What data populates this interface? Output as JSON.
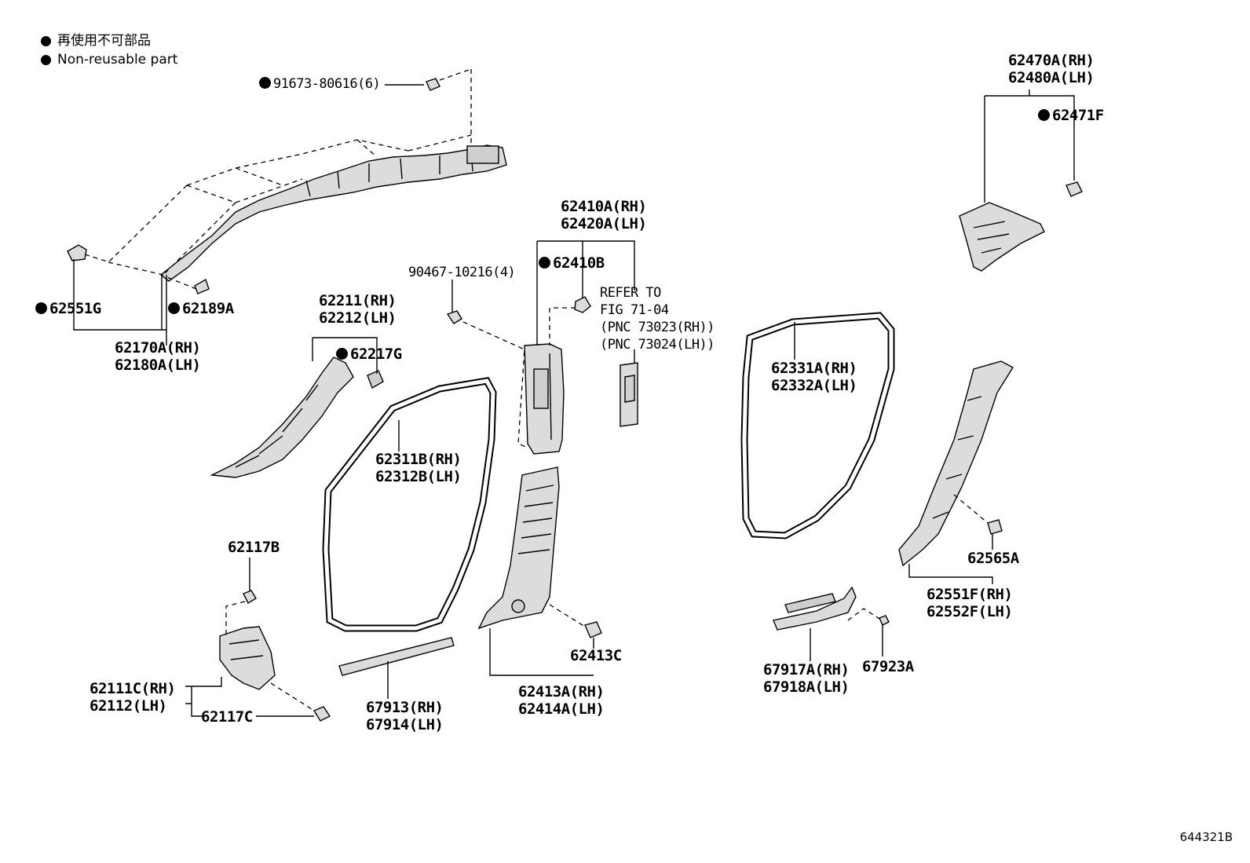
{
  "legend": {
    "japanese": "再使用不可部品",
    "english": "Non-reusable part"
  },
  "figure_number": "644321B",
  "labels": {
    "p91673": "91673-80616(6)",
    "p62551G": "62551G",
    "p62189A": "62189A",
    "p62170A": "62170A(RH)",
    "p62180A": "62180A(LH)",
    "p62211": "62211(RH)",
    "p62212": "62212(LH)",
    "p62217G": "62217G",
    "p90467": "90467-10216(4)",
    "p62410A": "62410A(RH)",
    "p62420A": "62420A(LH)",
    "p62410B": "62410B",
    "refer1": "REFER TO",
    "refer2": "FIG 71-04",
    "refer3": "(PNC 73023(RH))",
    "refer4": "(PNC 73024(LH))",
    "p62311B": "62311B(RH)",
    "p62312B": "62312B(LH)",
    "p62331A": "62331A(RH)",
    "p62332A": "62332A(LH)",
    "p62470A": "62470A(RH)",
    "p62480A": "62480A(LH)",
    "p62471F": "62471F",
    "p62117B": "62117B",
    "p62111C": "62111C(RH)",
    "p62112": "62112(LH)",
    "p62117C": "62117C",
    "p67913": "67913(RH)",
    "p67914": "67914(LH)",
    "p62413C": "62413C",
    "p62413A": "62413A(RH)",
    "p62414A": "62414A(LH)",
    "p67917A": "67917A(RH)",
    "p67918A": "67918A(LH)",
    "p67923A": "67923A",
    "p62565A": "62565A",
    "p62551F": "62551F(RH)",
    "p62552F": "62552F(LH)"
  }
}
